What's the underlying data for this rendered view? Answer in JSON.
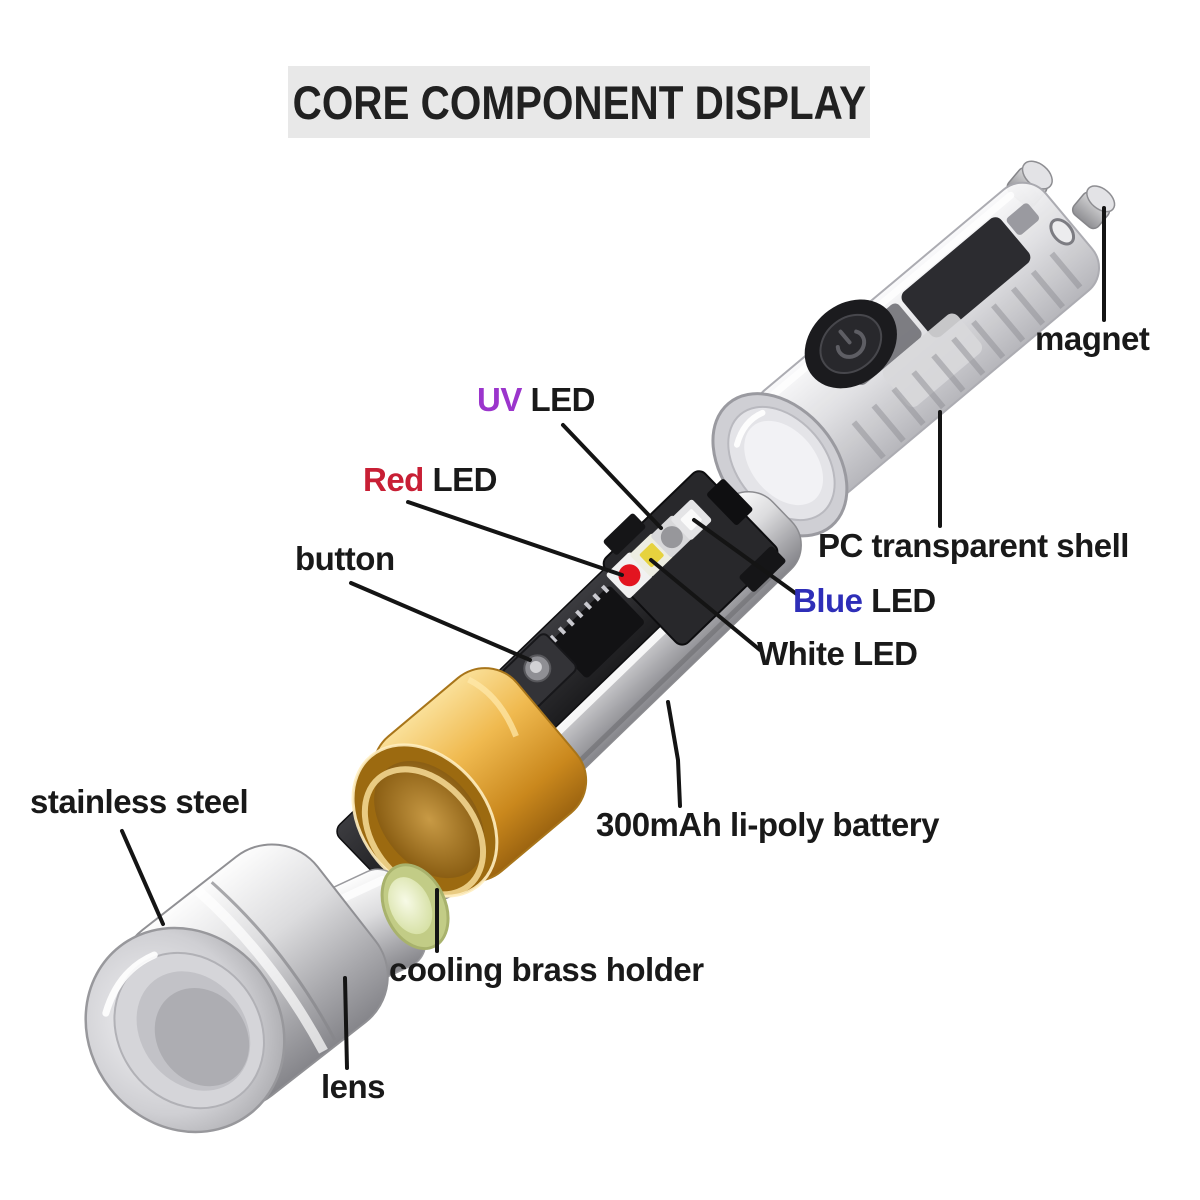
{
  "title": {
    "text": "CORE COMPONENT DISPLAY",
    "band_bg": "#e8e8e8",
    "text_color": "#212121"
  },
  "labels": {
    "magnet": {
      "text": "magnet"
    },
    "uv_led": {
      "colored": "UV",
      "rest": " LED",
      "color": "#9b35cc"
    },
    "red_led": {
      "colored": "Red",
      "rest": " LED",
      "color": "#c81f35"
    },
    "button": {
      "text": "button"
    },
    "pc_shell": {
      "text": "PC transparent shell"
    },
    "blue_led": {
      "colored": "Blue",
      "rest": " LED",
      "color": "#2e2eb8"
    },
    "white_led": {
      "text": "White LED"
    },
    "battery": {
      "text": "300mAh li-poly battery"
    },
    "stainless": {
      "text": "stainless steel"
    },
    "brass": {
      "text": "cooling brass holder"
    },
    "lens": {
      "text": "lens"
    }
  },
  "colors": {
    "label_text": "#191919",
    "leader_line": "#141414",
    "uv_word": "#9b35cc",
    "red_word": "#c81f35",
    "blue_word": "#2e2eb8",
    "brass_gold": "#e3a83c",
    "red_led_dome": "#e31420",
    "yellow_led_chip": "#e6d23e",
    "pcb_dark": "#2a2a2d",
    "aluminum": "#c9c9cd"
  },
  "icons": {
    "power_button": "power-icon"
  }
}
